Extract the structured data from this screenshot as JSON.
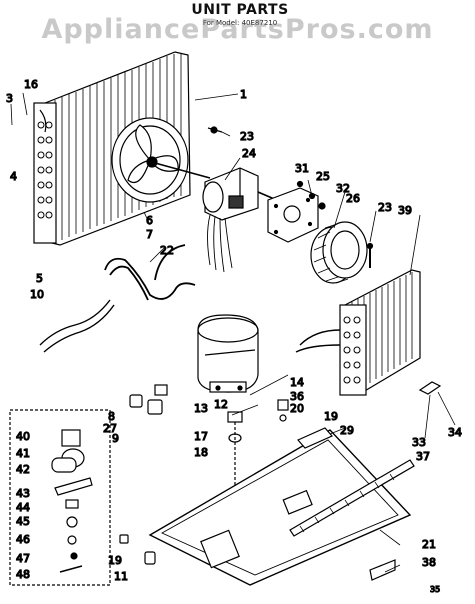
{
  "header": {
    "title": "UNIT PARTS",
    "model_line": "For Model: 40E87210"
  },
  "watermark": "AppliancePartsPros.com",
  "page_number": "35",
  "part_labels": [
    "1",
    "3",
    "4",
    "5",
    "6",
    "7",
    "8",
    "9",
    "10",
    "11",
    "12",
    "13",
    "14",
    "16",
    "17",
    "18",
    "19",
    "19",
    "20",
    "21",
    "22",
    "23",
    "23",
    "24",
    "25",
    "26",
    "27",
    "29",
    "31",
    "32",
    "33",
    "34",
    "36",
    "37",
    "38",
    "39",
    "40",
    "41",
    "42",
    "43",
    "44",
    "45",
    "46",
    "47",
    "48"
  ]
}
